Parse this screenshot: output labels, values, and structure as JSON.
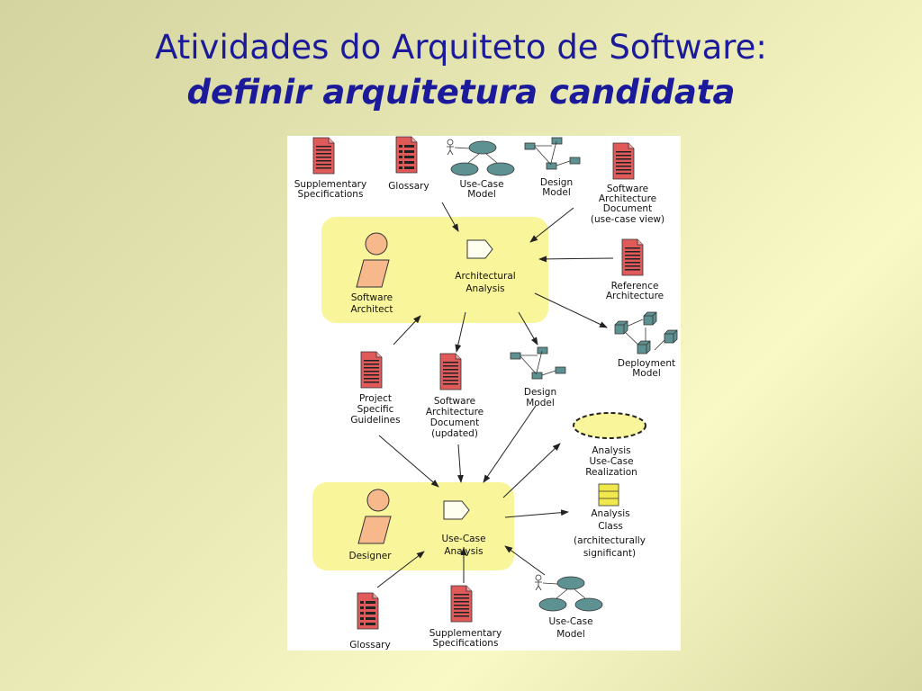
{
  "title": {
    "line1": "Atividades do Arquiteto de Software:",
    "line2": "definir arquitetura candidata"
  },
  "colors": {
    "title": "#1a1a9a",
    "activity_box": "#f8f59a",
    "document": "#e05a5a",
    "package": "#5e9292",
    "actor": "#f7b98c"
  },
  "diagram": {
    "supp_specs_top": [
      "Supplementary",
      "Specifications"
    ],
    "glossary_top": "Glossary",
    "use_case_model_top": [
      "Use-Case",
      "Model"
    ],
    "design_model_top": [
      "Design",
      "Model"
    ],
    "sad_use_case_view": [
      "Software",
      "Architecture",
      "Document",
      "(use-case view)"
    ],
    "reference_architecture": [
      "Reference",
      "Architecture"
    ],
    "software_architect": [
      "Software",
      "Architect"
    ],
    "architectural_analysis": [
      "Architectural",
      "Analysis"
    ],
    "deployment_model": [
      "Deployment",
      "Model"
    ],
    "project_guidelines": [
      "Project",
      "Specific",
      "Guidelines"
    ],
    "sad_updated": [
      "Software",
      "Architecture",
      "Document",
      "(updated)"
    ],
    "design_model_mid": [
      "Design",
      "Model"
    ],
    "analysis_uc_realization": [
      "Analysis",
      "Use-Case",
      "Realization"
    ],
    "designer": "Designer",
    "use_case_analysis": [
      "Use-Case",
      "Analysis"
    ],
    "analysis_class": [
      "Analysis",
      "Class",
      "(architecturally",
      "significant)"
    ],
    "glossary_bottom": "Glossary",
    "supp_specs_bottom": [
      "Supplementary",
      "Specifications"
    ],
    "use_case_model_bottom": [
      "Use-Case",
      "Model"
    ]
  }
}
